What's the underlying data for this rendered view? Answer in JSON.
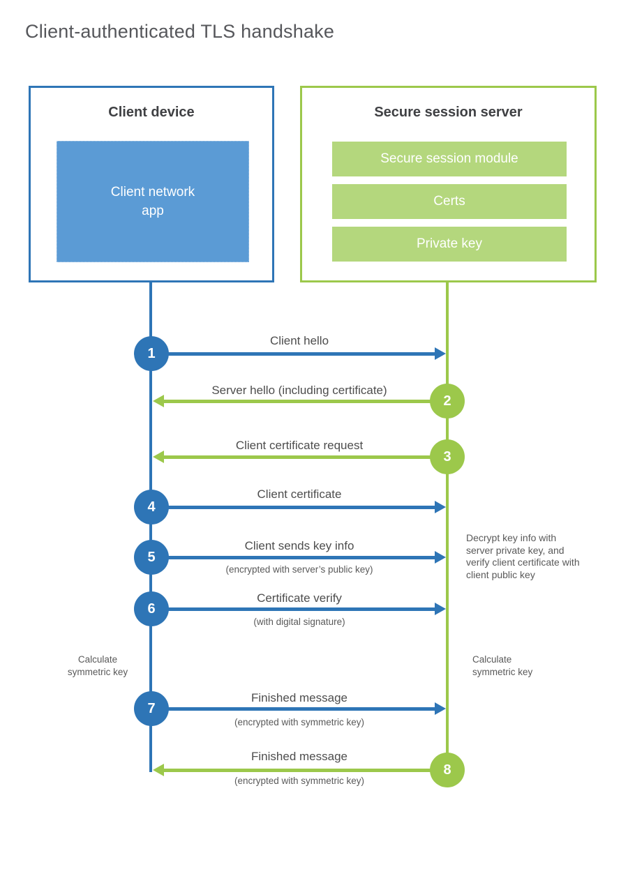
{
  "title": "Client-authenticated TLS handshake",
  "colors": {
    "blue": "#2e75b6",
    "blue_fill": "#5b9bd5",
    "green": "#9cc84b",
    "green_fill": "#b4d77d",
    "title_gray": "#56575b",
    "text_dark": "#3f4043",
    "text_label": "#4d4d4d",
    "text_gray": "#595959"
  },
  "client": {
    "title": "Client device",
    "app_label": "Client network app"
  },
  "server": {
    "title": "Secure session server",
    "modules": [
      "Secure session module",
      "Certs",
      "Private key"
    ]
  },
  "messages": [
    {
      "number": "1",
      "label": "Client hello",
      "direction": "right",
      "color": "blue"
    },
    {
      "number": "2",
      "label": "Server hello (including certificate)",
      "direction": "left",
      "color": "green"
    },
    {
      "number": "3",
      "label": "Client certificate request",
      "direction": "left",
      "color": "green"
    },
    {
      "number": "4",
      "label": "Client certificate",
      "direction": "right",
      "color": "blue"
    },
    {
      "number": "5",
      "label": "Client sends key info",
      "sublabel": "(encrypted with server’s public key)",
      "direction": "right",
      "color": "blue"
    },
    {
      "number": "6",
      "label": "Certificate verify",
      "sublabel": "(with digital signature)",
      "direction": "right",
      "color": "blue"
    },
    {
      "number": "7",
      "label": "Finished message",
      "sublabel": "(encrypted with symmetric key)",
      "direction": "right",
      "color": "blue"
    },
    {
      "number": "8",
      "label": "Finished message",
      "sublabel": "(encrypted with symmetric key)",
      "direction": "left",
      "color": "green"
    }
  ],
  "notes": {
    "decrypt": "Decrypt key info with server private key, and verify client certificate with client public key",
    "calculate_left": "Calculate symmetric key",
    "calculate_right": "Calculate symmetric key"
  }
}
